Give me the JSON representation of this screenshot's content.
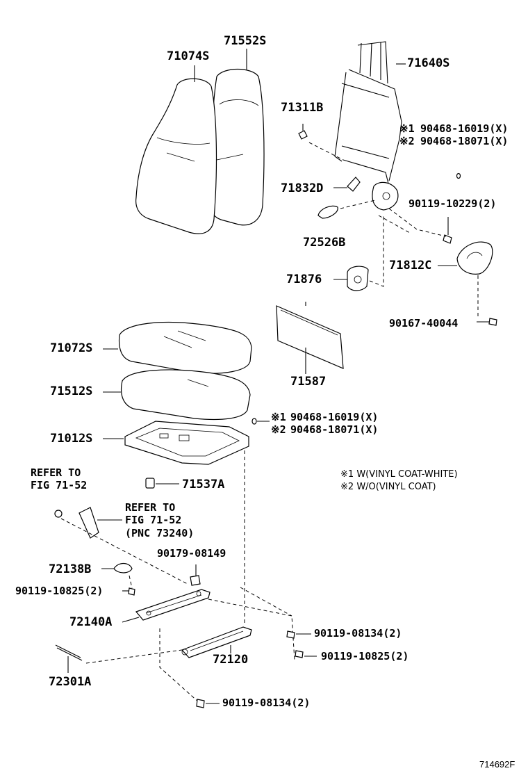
{
  "labels": {
    "p71074S": "71074S",
    "p71552S": "71552S",
    "p71640S": "71640S",
    "p71311B": "71311B",
    "p90468_16019_top": "90468-16019(X)",
    "p90468_18071_top": "90468-18071(X)",
    "p71832D": "71832D",
    "p90119_10229": "90119-10229(2)",
    "p72526B": "72526B",
    "p71812C": "71812C",
    "p71876": "71876",
    "p90167_40044": "90167-40044",
    "p71072S": "71072S",
    "p71587": "71587",
    "p71512S": "71512S",
    "p90468_16019_bot": "90468-16019(X)",
    "p90468_18071_bot": "90468-18071(X)",
    "p71012S": "71012S",
    "p71537A": "71537A",
    "p72138B": "72138B",
    "p90179_08149": "90179-08149",
    "p90119_10825_left": "90119-10825(2)",
    "p72140A": "72140A",
    "p90119_08134_right": "90119-08134(2)",
    "p90119_10825_right": "90119-10825(2)",
    "p72120": "72120",
    "p72301A": "72301A",
    "p90119_08134_bottom": "90119-08134(2)"
  },
  "marks": {
    "m1": "※1",
    "m2": "※2"
  },
  "refs": {
    "refer1_line1": "REFER TO",
    "refer1_line2": "FIG 71-52",
    "refer2_line1": "REFER TO",
    "refer2_line2": "FIG 71-52",
    "refer2_line3": "(PNC 73240)"
  },
  "notes": {
    "note1_mark": "※1",
    "note1_text": "W(VINYL COAT-WHITE)",
    "note2_mark": "※2",
    "note2_text": "W/O(VINYL COAT)"
  },
  "figure_code": "714692F"
}
